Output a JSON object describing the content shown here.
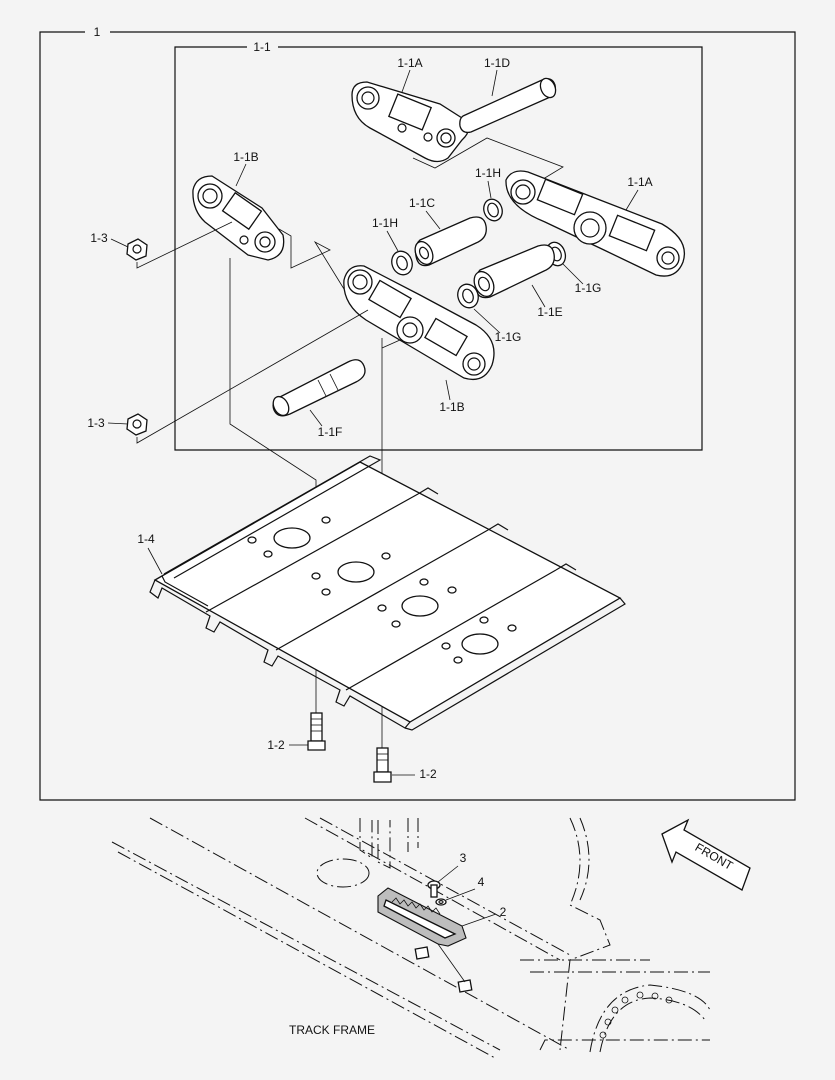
{
  "assembly": {
    "main_label": "1",
    "sub_label": "1-1"
  },
  "parts": {
    "link_a_top": "1-1A",
    "pin_d": "1-1D",
    "link_b_left": "1-1B",
    "seal_h_upper": "1-1H",
    "link_a_right": "1-1A",
    "bushing_c": "1-1C",
    "seal_h_left": "1-1H",
    "nut_upper": "1-3",
    "seal_g_right": "1-1G",
    "bushing_e": "1-1E",
    "seal_g_left": "1-1G",
    "link_b_lower": "1-1B",
    "pin_f": "1-1F",
    "nut_lower": "1-3",
    "shoe_plate": "1-4",
    "bolt_left": "1-2",
    "bolt_right": "1-2"
  },
  "frame": {
    "title": "TRACK FRAME",
    "front_label": "FRONT",
    "callout_guard": "2",
    "callout_bolt": "3",
    "callout_washer": "4"
  }
}
